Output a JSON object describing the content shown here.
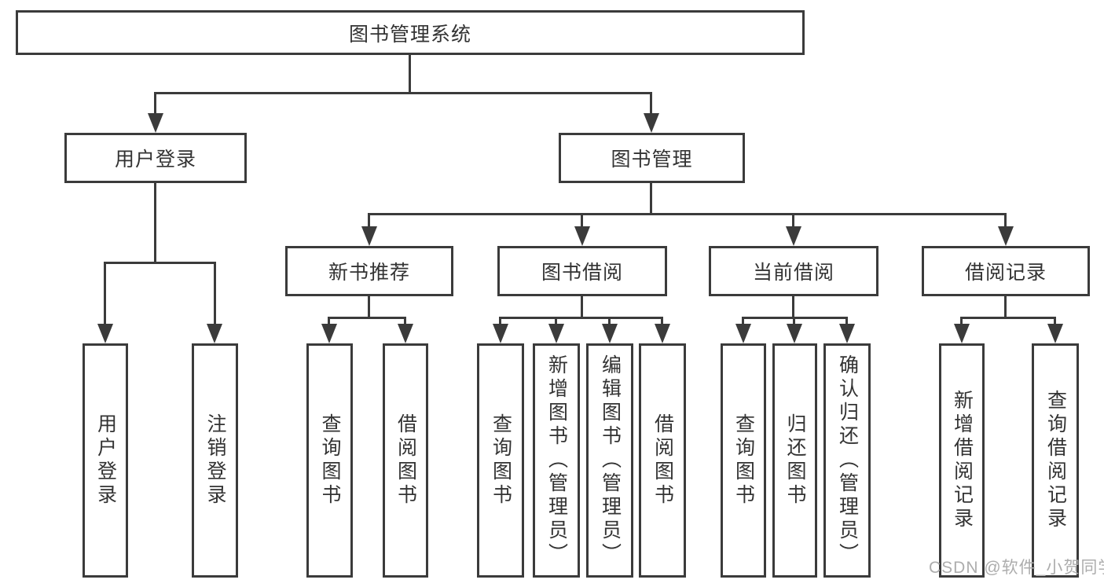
{
  "diagram": {
    "root": "图书管理系统",
    "level1": {
      "login": "用户登录",
      "manage": "图书管理"
    },
    "level2": {
      "recommend": "新书推荐",
      "borrow": "图书借阅",
      "current": "当前借阅",
      "records": "借阅记录"
    },
    "leaves": {
      "login": [
        "用户登录",
        "注销登录"
      ],
      "recommend": [
        "查询图书",
        "借阅图书"
      ],
      "borrow": [
        "查询图书",
        "新增图书（管理员）",
        "编辑图书（管理员）",
        "借阅图书"
      ],
      "current": [
        "查询图书",
        "归还图书",
        "确认归还（管理员）"
      ],
      "records": [
        "新增借阅记录",
        "查询借阅记录"
      ]
    }
  },
  "watermark": "CSDN @软件_小贺同学",
  "colors": {
    "line": "#3b3b3b",
    "text": "#333333",
    "watermark": "#adadad",
    "background": "#ffffff"
  }
}
